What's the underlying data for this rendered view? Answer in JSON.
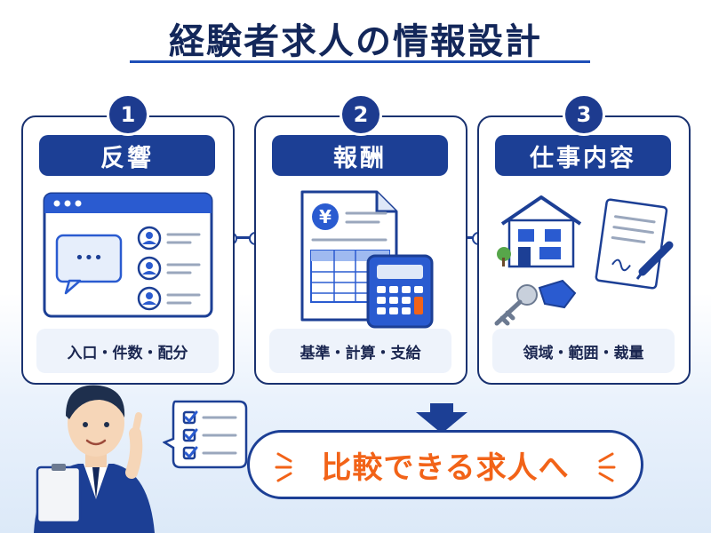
{
  "title": "経験者求人の情報設計",
  "steps": [
    {
      "number": "1",
      "heading": "反響",
      "caption": "入口・件数・配分"
    },
    {
      "number": "2",
      "heading": "報酬",
      "caption": "基準・計算・支給"
    },
    {
      "number": "3",
      "heading": "仕事内容",
      "caption": "領域・範囲・裁量"
    }
  ],
  "yen_symbol": "¥",
  "chat_dots": "•••",
  "result": "比較できる求人へ",
  "colors": {
    "navy": "#1c3f95",
    "accent": "#f26318"
  }
}
